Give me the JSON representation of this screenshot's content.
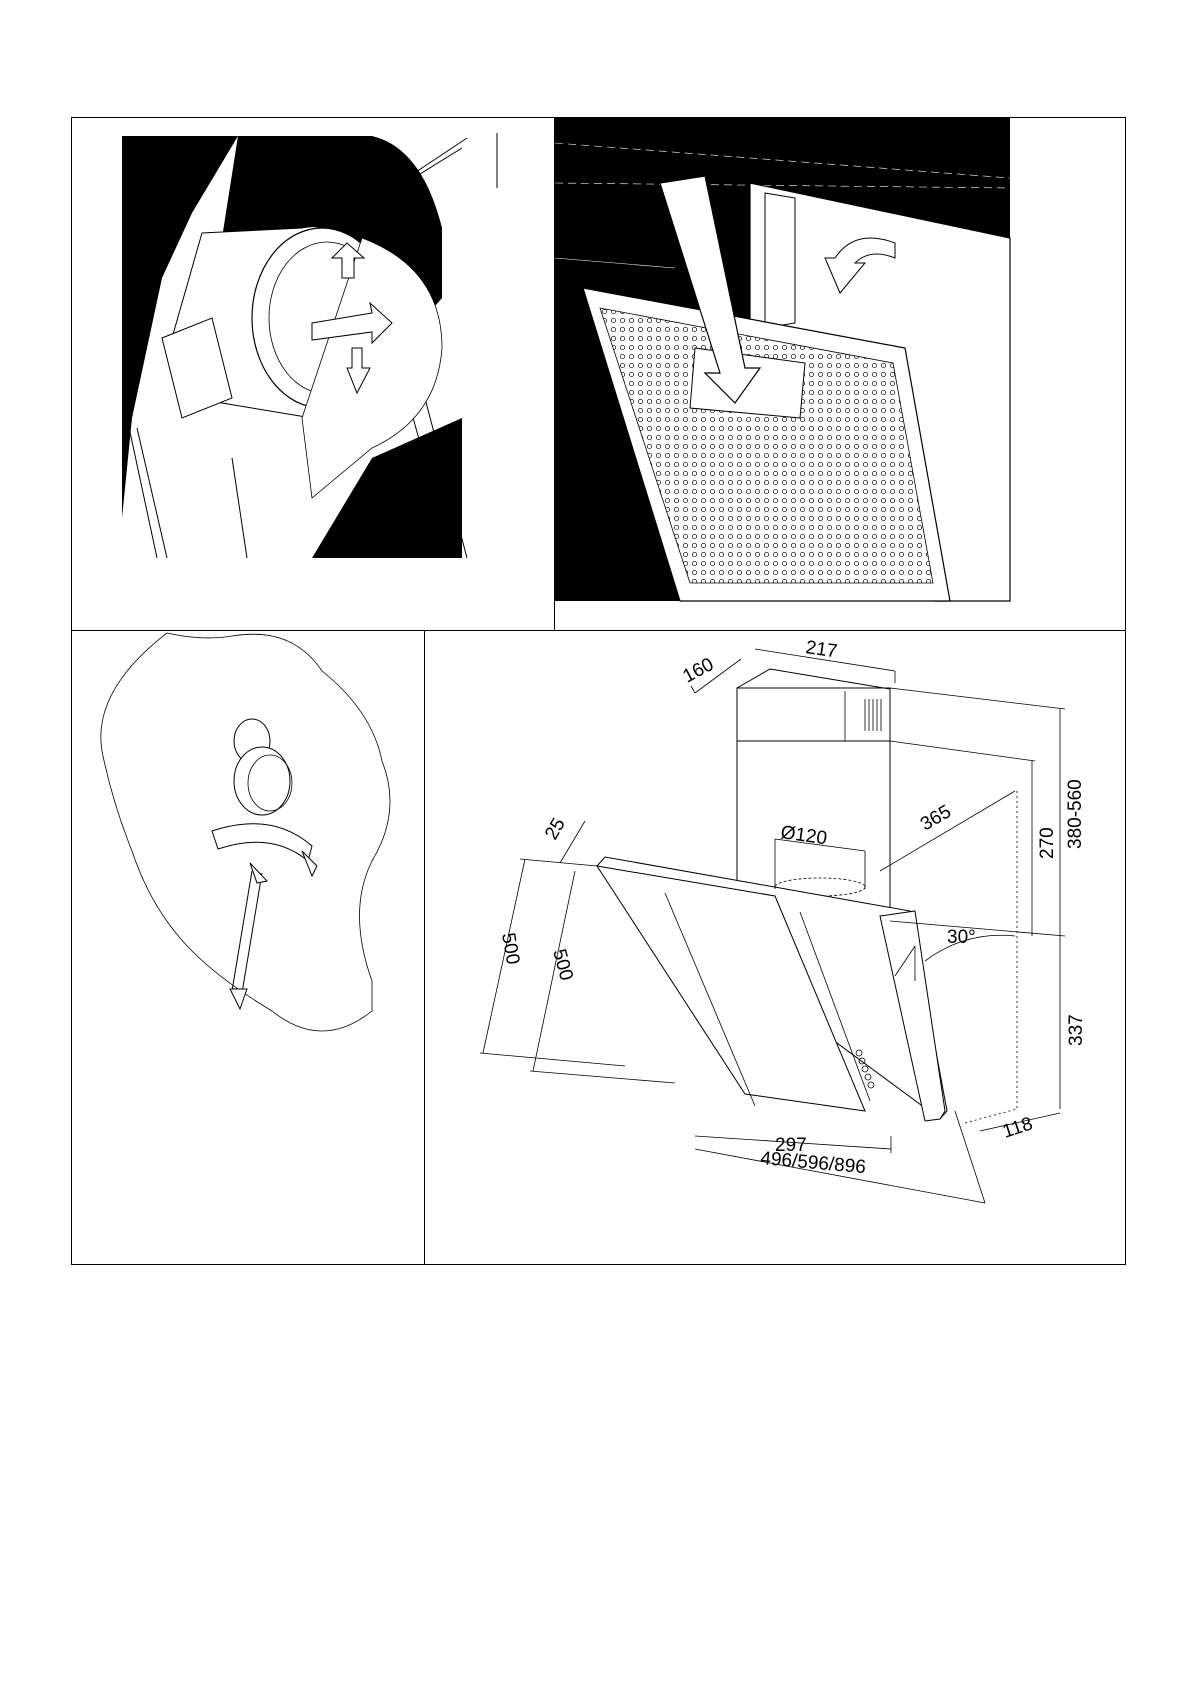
{
  "panels": {
    "motor": {
      "caption": ""
    },
    "filter": {
      "caption": ""
    },
    "ducting": {
      "caption": ""
    },
    "dimensions": {
      "labels": {
        "chimney_depth": "160",
        "chimney_width": "217",
        "outlet_diameter": "Ø120",
        "wall_offset": "365",
        "chimney_adjust": "380-560",
        "upper_height": "270",
        "glass_thickness": "25",
        "glass_height_outer": "500",
        "glass_height_inner": "500",
        "angle": "30°",
        "lower_height": "337",
        "base_depth": "118",
        "panel_width": "297",
        "total_width": "496/596/896"
      }
    }
  }
}
